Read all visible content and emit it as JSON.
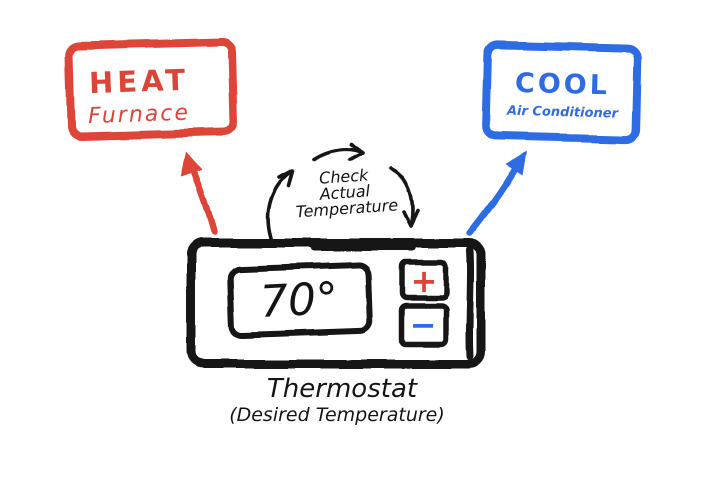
{
  "colors": {
    "red": "#dd4438",
    "blue": "#2f6ce4",
    "ink": "#141414",
    "background": "#ffffff"
  },
  "heat_box": {
    "title": "HEAT",
    "subtitle": "Furnace"
  },
  "cool_box": {
    "title": "COOL",
    "subtitle": "Air Conditioner"
  },
  "loop": {
    "line1": "Check",
    "line2": "Actual",
    "line3": "Temperature"
  },
  "thermostat": {
    "display_value": "70°",
    "increase_label": "+",
    "decrease_label": "−",
    "caption": "Thermostat",
    "subcaption": "(Desired Temperature)"
  }
}
